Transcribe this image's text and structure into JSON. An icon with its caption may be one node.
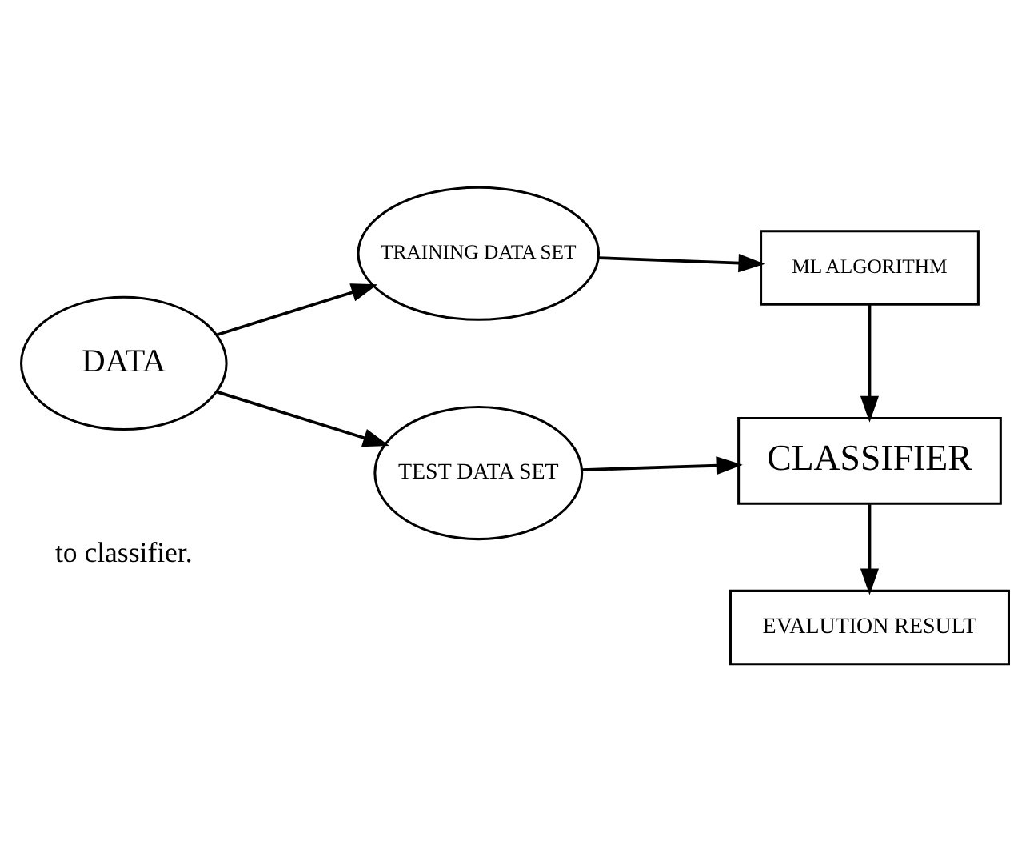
{
  "diagram": {
    "nodes": [
      {
        "text": [
          "DATA"
        ]
      },
      {
        "text": [
          "TRAINING DATA SET"
        ]
      },
      {
        "text": [
          "ML ALGORITHM"
        ]
      },
      {
        "text": [
          "CLASSIFIER"
        ]
      },
      {
        "text": [
          "TEST DATA SET"
        ]
      },
      {
        "text": [
          "EVALUTION RESULT"
        ]
      }
    ],
    "edges": [
      {
        "from": 0,
        "to": 1,
        "arrow": "to"
      },
      {
        "from": 1,
        "to": 2,
        "arrow": "to"
      },
      {
        "from": 2,
        "to": 3,
        "arrow": "to"
      },
      {
        "from": 0,
        "to": 4,
        "arrow": "to"
      },
      {
        "from": 4,
        "to": 3,
        "arrow": "to"
      },
      {
        "from": 3,
        "to": 5,
        "arrow": "to"
      }
    ],
    "labels": [
      "to classifier."
    ]
  }
}
